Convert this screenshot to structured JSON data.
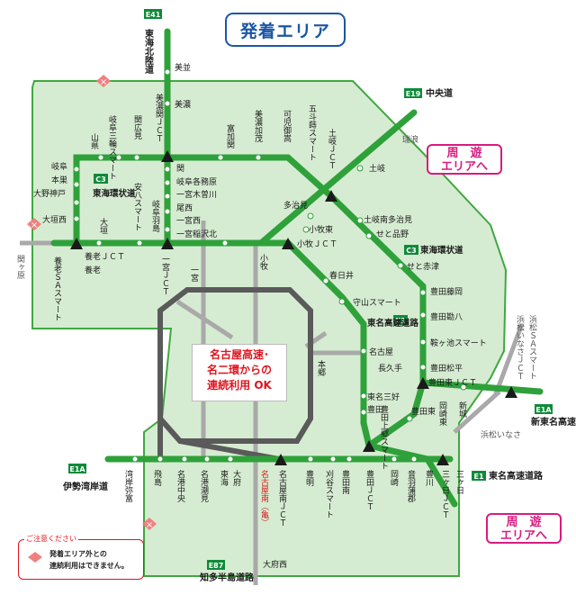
{
  "title": "発着エリア",
  "center_note": [
    "名古屋高速･",
    "名二環からの",
    "連続利用 OK"
  ],
  "junkan": [
    "周　遊",
    "エリアへ"
  ],
  "caution": {
    "heading": "ご注意ください",
    "lines": [
      "発着エリア外との",
      "連続利用はできません。"
    ]
  },
  "route_tags": {
    "e41": "E41",
    "e19": "E19",
    "c3a": "C3",
    "c3b": "C3",
    "e1": "E1",
    "e1a_left": "E1A",
    "e1a_right": "E1A",
    "e1_bottom": "E1",
    "e87": "E87"
  },
  "route_names": {
    "tokai_hokuriku": "東海北陸道",
    "chuo": "中央道",
    "tokai_kanjo_left": "東海環状道",
    "tokai_kanjo_right": "東海環状道",
    "tomei": "東名高速道路",
    "isewangan": "伊勢湾岸道",
    "shintomei": "新東名高速道路",
    "tomei_bottom": "東名高速道路",
    "chita": "知多半島道路"
  },
  "stations": {
    "mino_top": "美並",
    "mino": "美濃",
    "mino_seki_jct": "美濃関ＪＣＴ",
    "gifu_mitsuwa_smart": "岐阜三輪スマート",
    "sekihirose": "関広見",
    "yamagata": "山県",
    "tomika_seki": "富加関",
    "minokamo": "美濃加茂",
    "kanimitake": "可児御嵩",
    "gotosumi_smart": "五斗蒔スマート",
    "mizunami": "瑞浪",
    "toki_jct": "土岐ＪＣＴ",
    "toki": "土岐",
    "gifu": "岐阜",
    "motosu": "本巣",
    "ono_kobe": "大野神戸",
    "ogaki_nishi": "大垣西",
    "ogaki": "大垣",
    "anpachi_smart": "安八スマート",
    "seki": "関",
    "gifu_kakamigahara": "岐阜各務原",
    "ichinomiya_kisogawa": "一宮木曽川",
    "bisai": "尾西",
    "gifu_hashima": "岐阜羽島",
    "ichinomiya_nishi": "一宮西",
    "ichinomiya_inazawa_kita": "一宮稲沢北",
    "tajimi": "多治見",
    "toki_minami_tajimi": "土岐南多治見",
    "seto_shinano": "せと品野",
    "komaki_higashi": "小牧東",
    "komaki_jct": "小牧ＪＣＴ",
    "seto_akazu": "せと赤津",
    "sekigahara": "関ヶ原",
    "yoro_jct": "養老ＪＣＴ",
    "yoro": "養老",
    "yoro_smart": "養老ＳＡスマート",
    "ichinomiya_jct": "一宮ＪＣＴ",
    "ichinomiya": "一宮",
    "komaki": "小牧",
    "kasugai": "春日井",
    "moriyama_smart": "守山スマート",
    "nagoya": "名古屋",
    "nagakute": "長久手",
    "toyota_fujioka": "豊田藤岡",
    "toyota_kanpachi": "豊田勘八",
    "tsutsujigaike": "鞍ヶ池スマート",
    "toyota_matsudaira": "豊田松平",
    "toyota_higashi_jct": "豊田東ＪＣＴ",
    "hamamatsu_inasa_jct": "浜松いなさＪＣＴ",
    "hamamatsu_smart": "浜松ＳＡスマート",
    "hamamatsu_inasa": "浜松いなさ",
    "nagoya_sango": "東名三好",
    "toyota": "豊田",
    "toyota_agemachi": "豊田上郷スマート",
    "toyota_higashi": "豊田東",
    "okazaki_higashi": "岡崎東",
    "shinshiro": "新城",
    "honggo": "本郷",
    "yatomi": "湾岸弥富",
    "tobishima": "飛島",
    "meiko_chuo": "名港中央",
    "meiko_shiomi": "名港潮見",
    "tokai": "東海",
    "obu": "大府",
    "nagoya_minami_jct": "名古屋南ＪＣＴ",
    "nagoya_minami_kame": "名古屋南（亀）",
    "toyoake": "豊明",
    "kariya_smart": "刈谷スマート",
    "toyota_minami": "豊田南",
    "toyota_jct": "豊田ＪＣＴ",
    "okazaki": "岡崎",
    "otowa_gamagori": "音羽蒲郡",
    "toyokawa": "豊川",
    "mikkabi": "三ヶ日",
    "mikkabi_jct": "三ヶ日ＪＣＴ",
    "obu_nishi": "大府西"
  },
  "colors": {
    "area": "#d6ecd2",
    "area_border": "#3fa83f",
    "road": "#2fa13a",
    "core": "#5a5a5a",
    "gray": "#a9a9a9",
    "title": "#1a56a6",
    "junkan": "#d81b7f",
    "note": "#e0141e",
    "tag": "#0f8a3a"
  }
}
